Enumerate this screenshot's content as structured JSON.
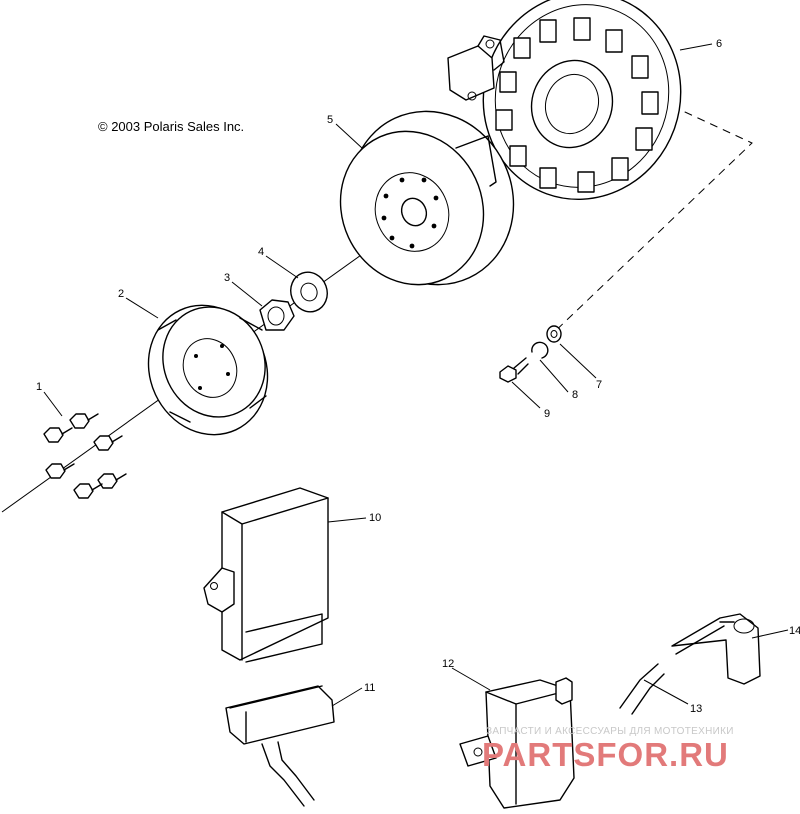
{
  "copyright": "© 2003 Polaris Sales Inc.",
  "callouts": [
    "1",
    "2",
    "3",
    "4",
    "5",
    "6",
    "7",
    "8",
    "9",
    "10",
    "11",
    "12",
    "13",
    "14"
  ],
  "watermark": {
    "caption": "ЗАПЧАСТИ И АКСЕССУАРЫ ДЛЯ МОТОТЕХНИКИ",
    "logo": "PARTSFOR.RU"
  },
  "colors": {
    "line": "#000000",
    "background": "#ffffff",
    "watermark": "#e27a7a"
  }
}
